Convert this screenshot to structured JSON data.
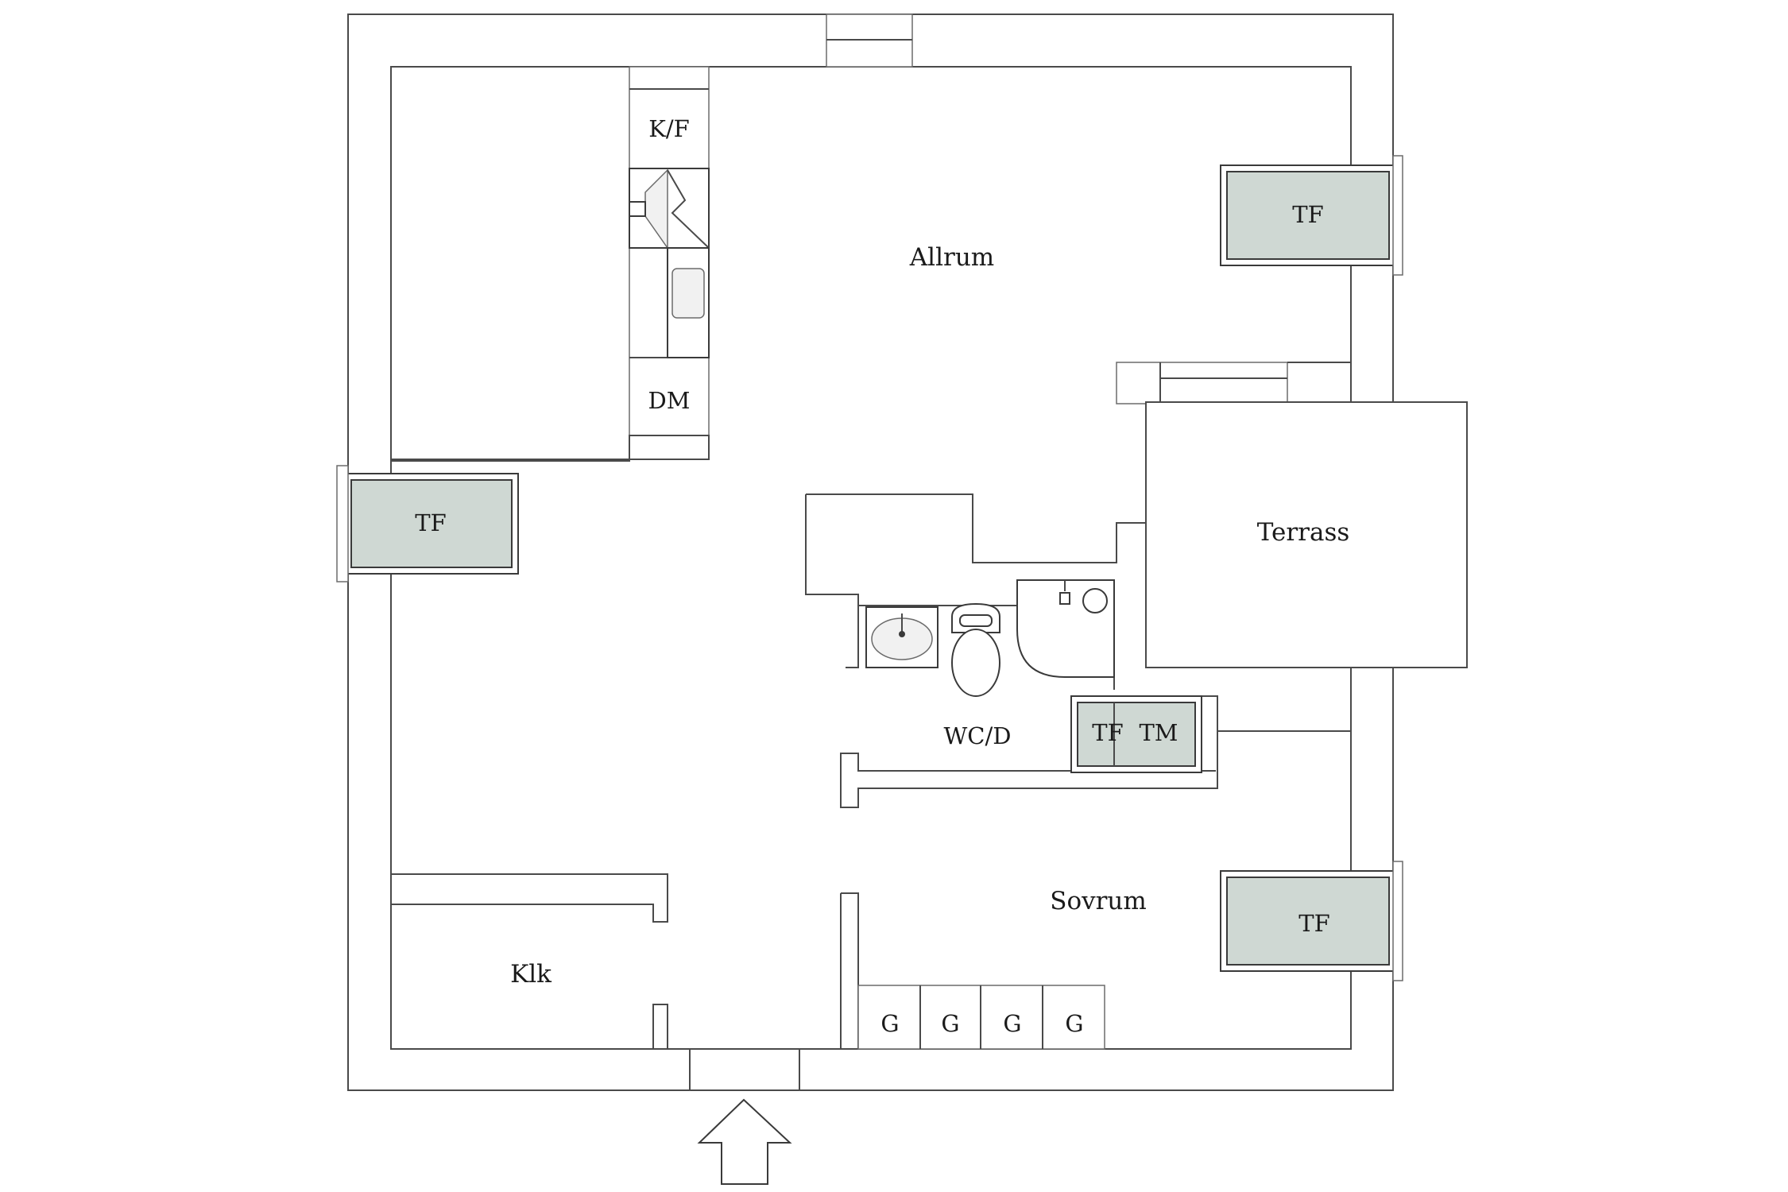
{
  "plan": {
    "rooms": {
      "allrum": "Allrum",
      "terrass": "Terrass",
      "sovrum": "Sovrum",
      "klk": "Klk",
      "wcd": "WC/D"
    },
    "fixtures": {
      "kf": "K/F",
      "dm": "DM",
      "tf": "TF",
      "tm": "TM",
      "g": "G"
    }
  },
  "colors": {
    "fixture_fill": "#cfd8d3",
    "wall_stroke": "#4a4a4a"
  },
  "icons": {
    "entrance": "entrance-arrow-icon",
    "sink": "sink-icon",
    "toilet": "toilet-icon",
    "shower": "shower-icon",
    "kitchen_sink": "kitchen-sink-icon",
    "stove": "stove-icon"
  }
}
